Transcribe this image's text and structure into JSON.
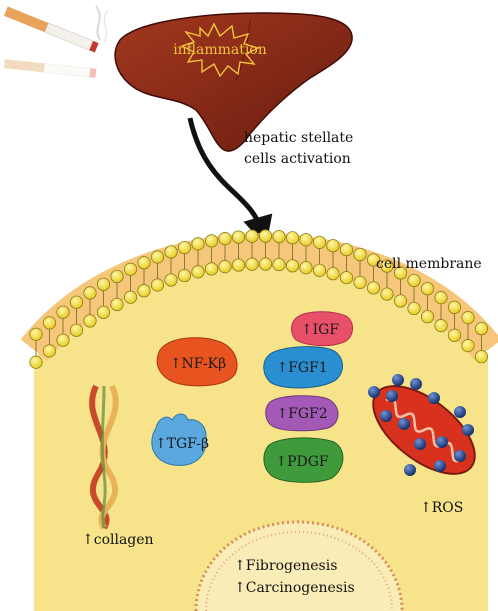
{
  "liver": {
    "label": "inflammation"
  },
  "arrow": {
    "label_line1": "hepatic stellate",
    "label_line2": "cells activation"
  },
  "cell": {
    "membrane_label": "cell membrane"
  },
  "factors": {
    "igf": "↑IGF",
    "fgf1": "↑FGF1",
    "fgf2": "↑FGF2",
    "pdgf": "↑PDGF",
    "nfkb": "↑NF-Kβ",
    "tgfb": "↑TGF-β"
  },
  "collagen": {
    "label": "↑collagen"
  },
  "mitochondrion": {
    "label": "↑ROS"
  },
  "nucleus": {
    "line1": "↑Fibrogenesis",
    "line2": "↑Carcinogenesis"
  },
  "colors": {
    "liver": "#8b2a1a",
    "liver_dark": "#5e180e",
    "cytoplasm": "#f7e48a",
    "lipid_head": "#f2dd3b",
    "membrane_band": "#f6c77a",
    "nfkb": "#e8541f",
    "igf": "#e8506a",
    "fgf1": "#2a8fd1",
    "fgf2": "#a359b5",
    "pdgf": "#3f9a3c",
    "tgfb": "#5aa8de",
    "mito": "#d8321f",
    "ros_dot": "#1f3f86"
  }
}
